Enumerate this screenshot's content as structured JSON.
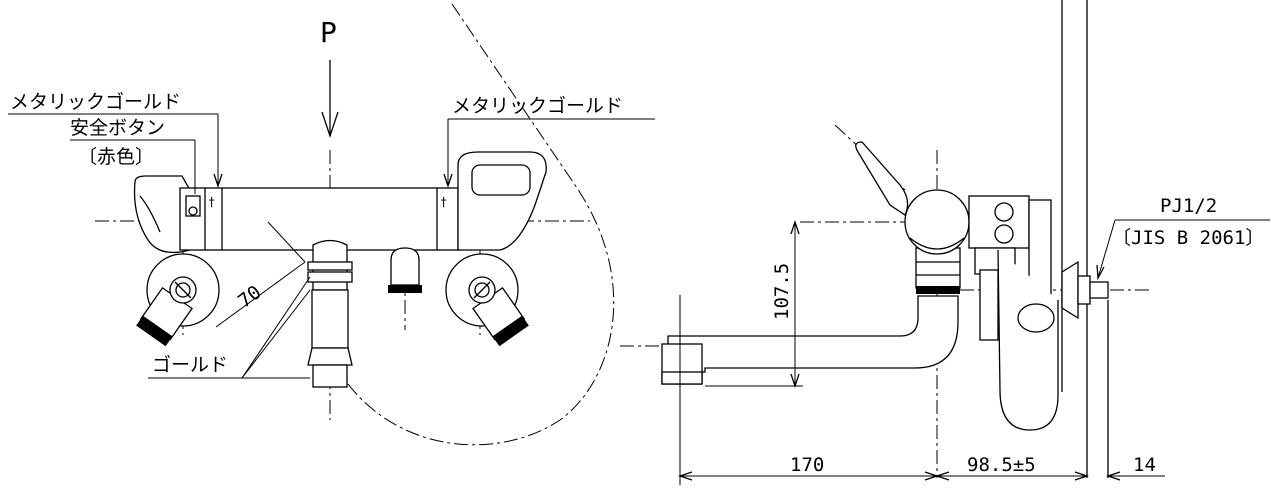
{
  "front_view": {
    "view_label": "P",
    "labels": {
      "metallic_gold_left": "メタリックゴールド",
      "safety_button": "安全ボタン",
      "red_color": "〔赤色〕",
      "metallic_gold_right": "メタリックゴールド",
      "gold": "ゴールド"
    },
    "dimensions": {
      "handle_spacing": "70"
    }
  },
  "side_view": {
    "labels": {
      "pipe_thread": "PJ1/2",
      "standard": "〔JIS B 2061〕"
    },
    "dimensions": {
      "spout_height": "107.5",
      "spout_reach": "170",
      "wall_offset": "98.5±5",
      "thread_length": "14"
    }
  }
}
